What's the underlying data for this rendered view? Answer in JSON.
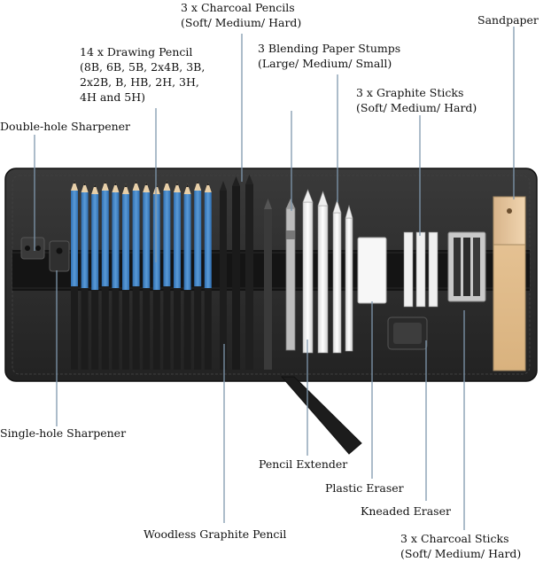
{
  "labels": {
    "charcoal_pencils": {
      "title": "3 x Charcoal Pencils",
      "sub": "(Soft/ Medium/ Hard)"
    },
    "sandpaper": {
      "title": "Sandpaper"
    },
    "drawing_pencils": {
      "title": "14 x Drawing Pencil",
      "l2": "(8B, 6B, 5B, 2x4B, 3B,",
      "l3": "2x2B, B, HB, 2H, 3H,",
      "l4": "4H and 5H)"
    },
    "blending_stumps": {
      "title": "3 Blending Paper Stumps",
      "sub": "(Large/ Medium/ Small)"
    },
    "graphite_sticks": {
      "title": "3 x Graphite Sticks",
      "sub": "(Soft/ Medium/ Hard)"
    },
    "double_sharpener": {
      "title": "Double-hole Sharpener"
    },
    "single_sharpener": {
      "title": "Single-hole Sharpener"
    },
    "pencil_extender": {
      "title": "Pencil Extender"
    },
    "plastic_eraser": {
      "title": "Plastic Eraser"
    },
    "kneaded_eraser": {
      "title": "Kneaded Eraser"
    },
    "woodless_pencil": {
      "title": "Woodless Graphite Pencil"
    },
    "charcoal_sticks": {
      "title": "3 x Charcoal Sticks",
      "sub": "(Soft/ Medium/ Hard)"
    }
  },
  "colors": {
    "case": "#2b2b2b",
    "case_dark": "#1b1b1b",
    "pencil_blue": "#3d7fc4",
    "leader": "#8aa3b8"
  }
}
